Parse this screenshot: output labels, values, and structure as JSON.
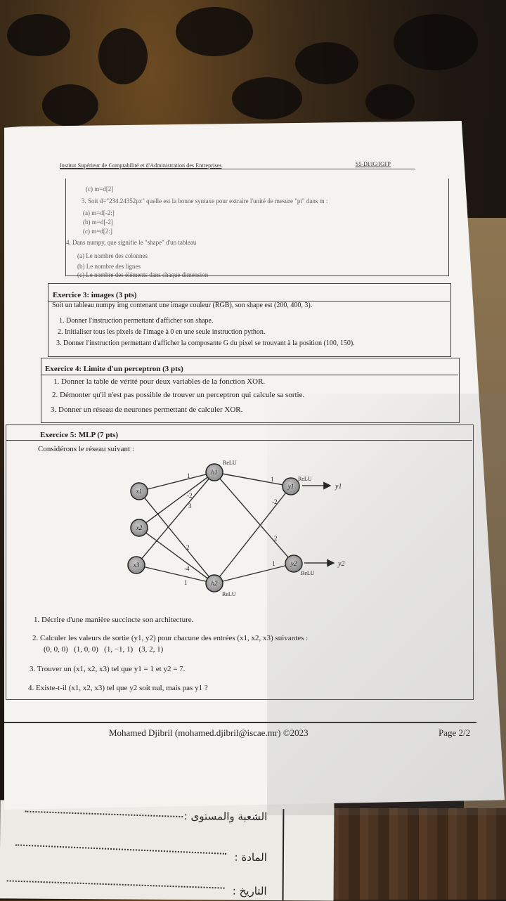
{
  "header": {
    "institution": "Institut Supérieur de Comptabilité et d'Administration des Entreprises",
    "class_code": "S5-DI/IG/IGFP"
  },
  "continuation": {
    "prev_option": "(c) m=d[2]",
    "q3": "3. Soit d=\"234.24352px\" quelle est la bonne syntaxe pour extraire l'unité de mesure \"pt\" dans m :",
    "q3_options": [
      "(a) m=d[-2:]",
      "(b) m=d[-2]",
      "(c) m=d[2:]"
    ],
    "q4": "4. Dans numpy, que signifie le \"shape\" d'un tableau",
    "q4_options": [
      "(a) Le nombre des colonnes",
      "(b) Le nombre des lignes",
      "(c) Le nombre des éléments dans chaque dimension"
    ]
  },
  "ex3": {
    "title": "Exercice 3: images (3 pts)",
    "intro": "Soit un tableau numpy img contenant une image couleur (RGB), son shape est (200, 400, 3).",
    "items": [
      "1. Donner l'instruction permettant d'afficher son shape.",
      "2. Initialiser tous les pixels de l'image à 0 en une seule instruction python.",
      "3. Donner l'instruction permettant d'afficher la composante G du pixel se trouvant à la position (100, 150)."
    ]
  },
  "ex4": {
    "title": "Exercice 4: Limite d'un perceptron (3 pts)",
    "items": [
      "1. Donner la table de vérité pour deux variables de la fonction XOR.",
      "2. Démonter qu'il n'est pas possible de trouver un perceptron qui calcule sa sortie.",
      "3. Donner un réseau de neurones permettant de calculer XOR."
    ]
  },
  "ex5": {
    "title": "Exercice 5: MLP (7 pts)",
    "intro": "Considérons le réseau suivant :",
    "network": {
      "inputs": [
        "x1",
        "x2",
        "x3"
      ],
      "hidden": [
        "h1",
        "h2"
      ],
      "outputs": [
        "y1",
        "y2"
      ],
      "activation_label": "ReLU",
      "output_labels": [
        "y1",
        "y2"
      ],
      "weights": {
        "x1_h1": "1",
        "x1_h2": "2",
        "x2_h1": "-2",
        "x2_h2": "-4",
        "x3_h1": "3",
        "x3_h2": "1",
        "h1_y1": "1",
        "h1_y2": "2",
        "h2_y1": "-2",
        "h2_y2": "1"
      }
    },
    "items": [
      "1. Décrire d'une manière succincte son architecture.",
      "2. Calculer les valeurs de sortie (y1, y2) pour chacune des entrées (x1, x2, x3) suivantes :",
      "(0, 0, 0)   (1, 0, 0)   (1, −1, 1)   (3, 2, 1)",
      "3. Trouver un (x1, x2, x3) tel que y1 = 1 et y2 = 7.",
      "4. Existe-t-il (x1, x2, x3) tel que y2 soit nul, mais pas y1 ?"
    ]
  },
  "footer": {
    "author": "Mohamed Djibril (mohamed.djibril@iscae.mr) ©2023",
    "page": "Page 2/2"
  },
  "second_sheet": {
    "fields": [
      "الشعبة والمستوى :",
      "المادة :",
      "التاريخ :"
    ]
  }
}
